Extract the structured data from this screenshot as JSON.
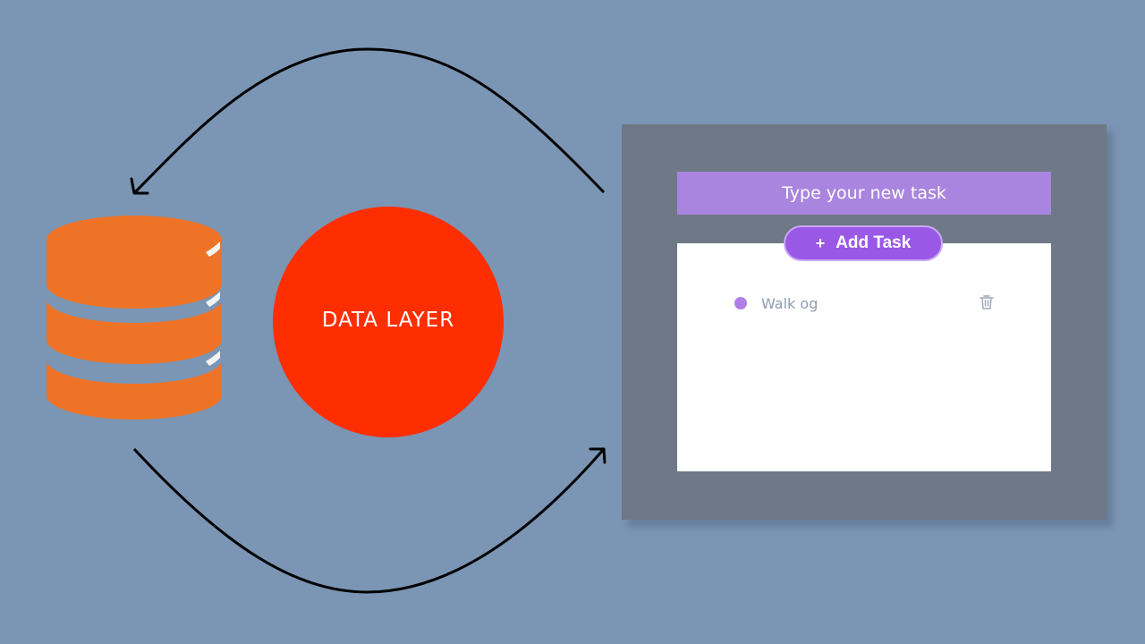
{
  "diagram": {
    "center_label": "DATA LAYER"
  },
  "app": {
    "input_placeholder": "Type your new task",
    "add_button_icon": "+",
    "add_button_label": "Add Task",
    "tasks": [
      {
        "text": "Walk og"
      }
    ]
  },
  "icons": {
    "storage": "database-icon",
    "delete": "trash-icon"
  },
  "colors": {
    "background": "#7b95b4",
    "database": "#ee7326",
    "data_layer": "#ff2e00",
    "window": "#6e7886",
    "accent": "#a985df",
    "button": "#9a58e7"
  }
}
